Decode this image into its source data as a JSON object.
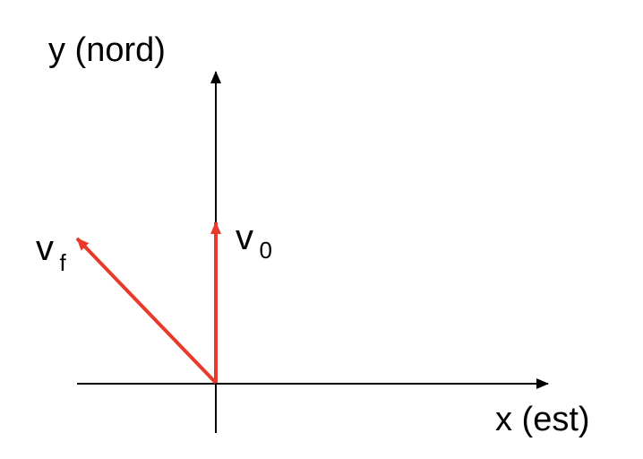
{
  "diagram": {
    "axes": {
      "y_label": "y (nord)",
      "x_label": "x (est)"
    },
    "vectors": [
      {
        "id": "v0",
        "symbol": "v",
        "subscript": "0"
      },
      {
        "id": "vf",
        "symbol": "v",
        "subscript": "f"
      }
    ],
    "colors": {
      "axis": "#000000",
      "vector": "#e8392a"
    }
  }
}
